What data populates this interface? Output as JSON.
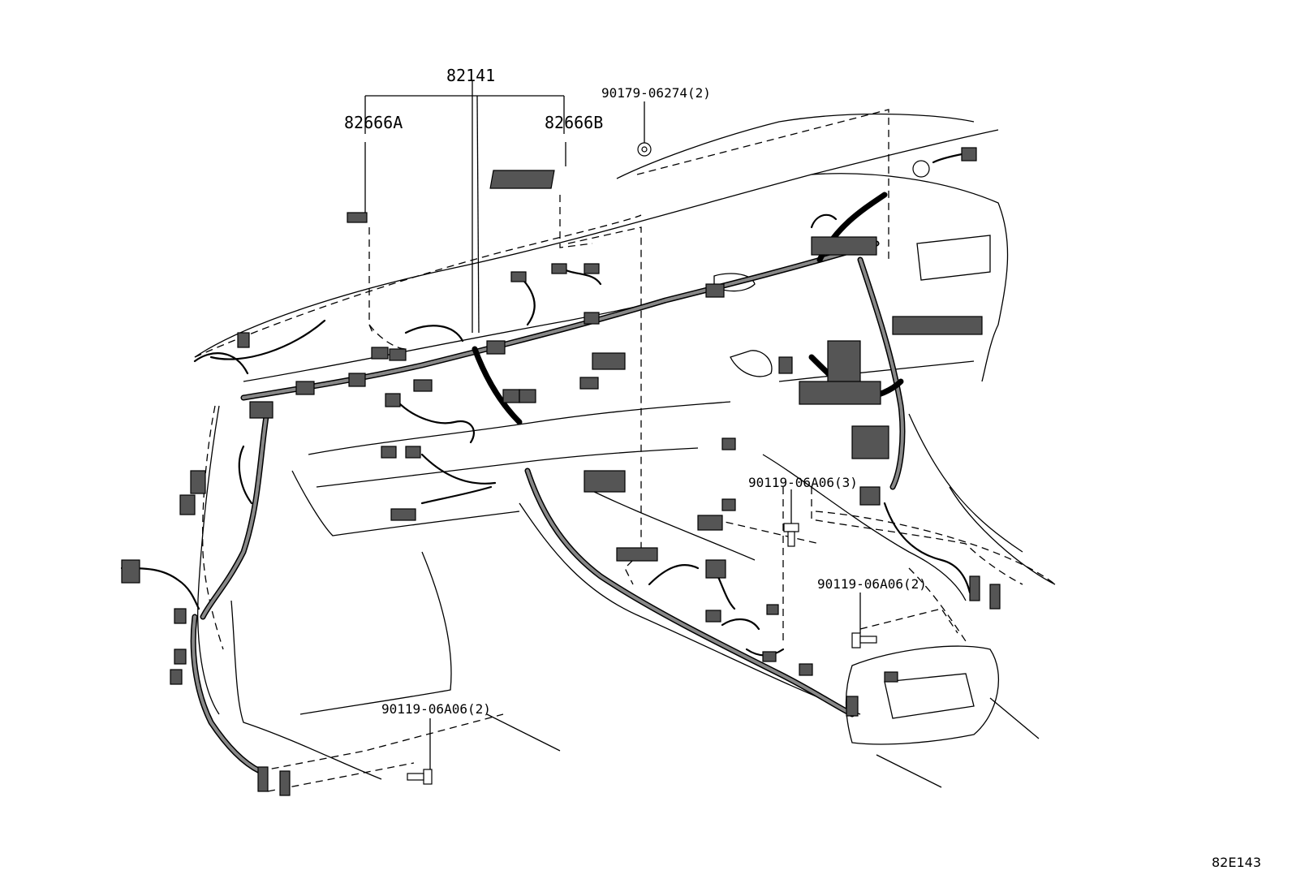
{
  "callouts": {
    "harness_assy": "82141",
    "clamp_a": "82666A",
    "clamp_b": "82666B",
    "nut": "90179-06274(2)",
    "bolt_3": "90119-06A06(3)",
    "bolt_2_right": "90119-06A06(2)",
    "bolt_2_left": "90119-06A06(2)"
  },
  "diagram_code": "82E143",
  "colors": {
    "line": "#000000",
    "harness_fill": "#888888",
    "connector_fill": "#555555",
    "background": "#ffffff"
  }
}
